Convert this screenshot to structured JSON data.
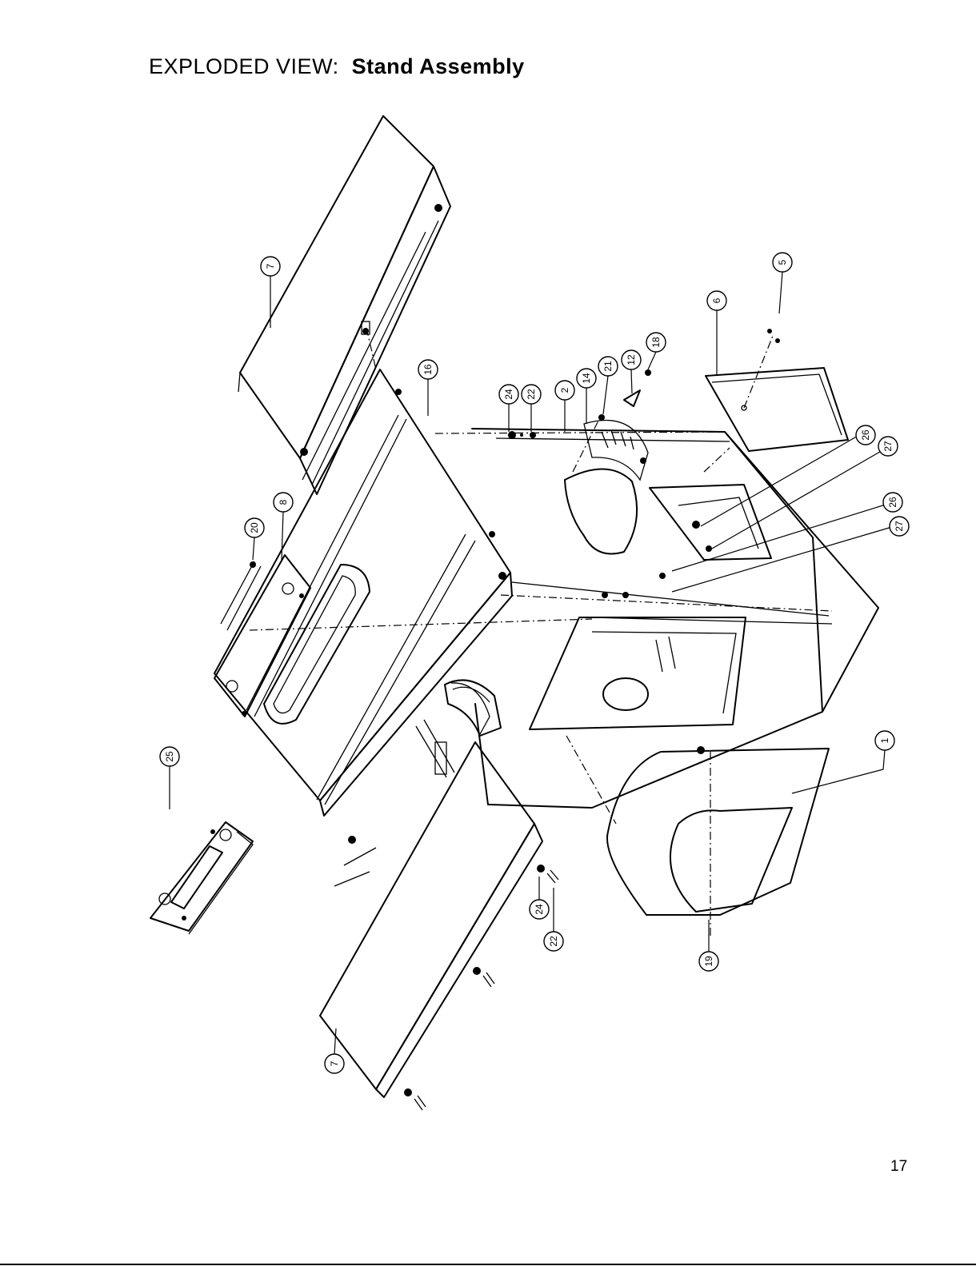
{
  "title": {
    "prefix": "EXPLODED VIEW:",
    "subject": "Stand Assembly"
  },
  "page_number": "17",
  "callouts": [
    {
      "id": "c7a",
      "label": "7"
    },
    {
      "id": "c16",
      "label": "16"
    },
    {
      "id": "c24a",
      "label": "24"
    },
    {
      "id": "c22a",
      "label": "22"
    },
    {
      "id": "c2",
      "label": "2"
    },
    {
      "id": "c14",
      "label": "14"
    },
    {
      "id": "c21",
      "label": "21"
    },
    {
      "id": "c12",
      "label": "12"
    },
    {
      "id": "c18",
      "label": "18"
    },
    {
      "id": "c6",
      "label": "6"
    },
    {
      "id": "c5",
      "label": "5"
    },
    {
      "id": "c20",
      "label": "20"
    },
    {
      "id": "c8",
      "label": "8"
    },
    {
      "id": "c26a",
      "label": "26"
    },
    {
      "id": "c27a",
      "label": "27"
    },
    {
      "id": "c26b",
      "label": "26"
    },
    {
      "id": "c27b",
      "label": "27"
    },
    {
      "id": "c25",
      "label": "25"
    },
    {
      "id": "c1",
      "label": "1"
    },
    {
      "id": "c24b",
      "label": "24"
    },
    {
      "id": "c22b",
      "label": "22"
    },
    {
      "id": "c19",
      "label": "19"
    },
    {
      "id": "c7b",
      "label": "7"
    }
  ]
}
